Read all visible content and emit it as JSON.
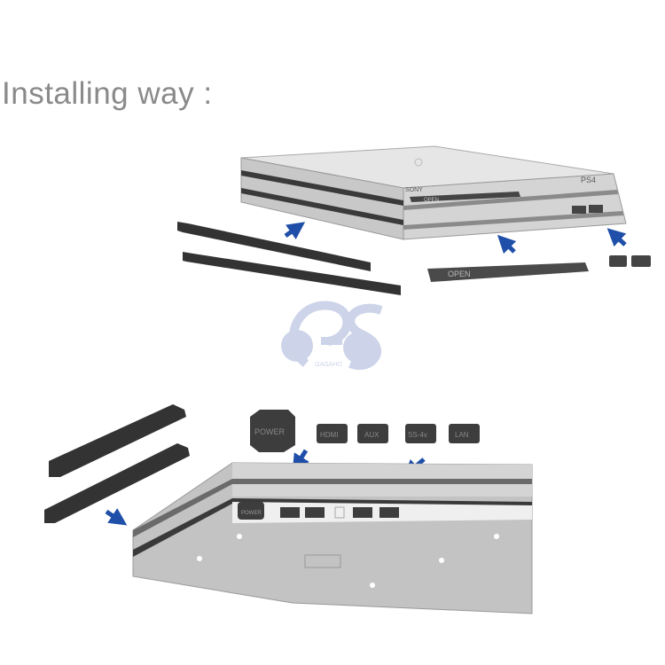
{
  "title": "Installing way :",
  "top_console": {
    "brand": "SONY",
    "logo": "PS4",
    "slot_label": "OPEN"
  },
  "loose_parts": {
    "slot_cover_label": "OPEN"
  },
  "port_plugs": [
    "POWER",
    "HDMI",
    "AUX",
    "SS-4v",
    "LAN"
  ],
  "watermark": {
    "letters": "PS",
    "sub": "GAGAHO"
  },
  "colors": {
    "arrow": "#1f4fa8",
    "console": "#c9c9c9",
    "rubber": "#3a3a3a",
    "watermark": "#c5cde6"
  }
}
